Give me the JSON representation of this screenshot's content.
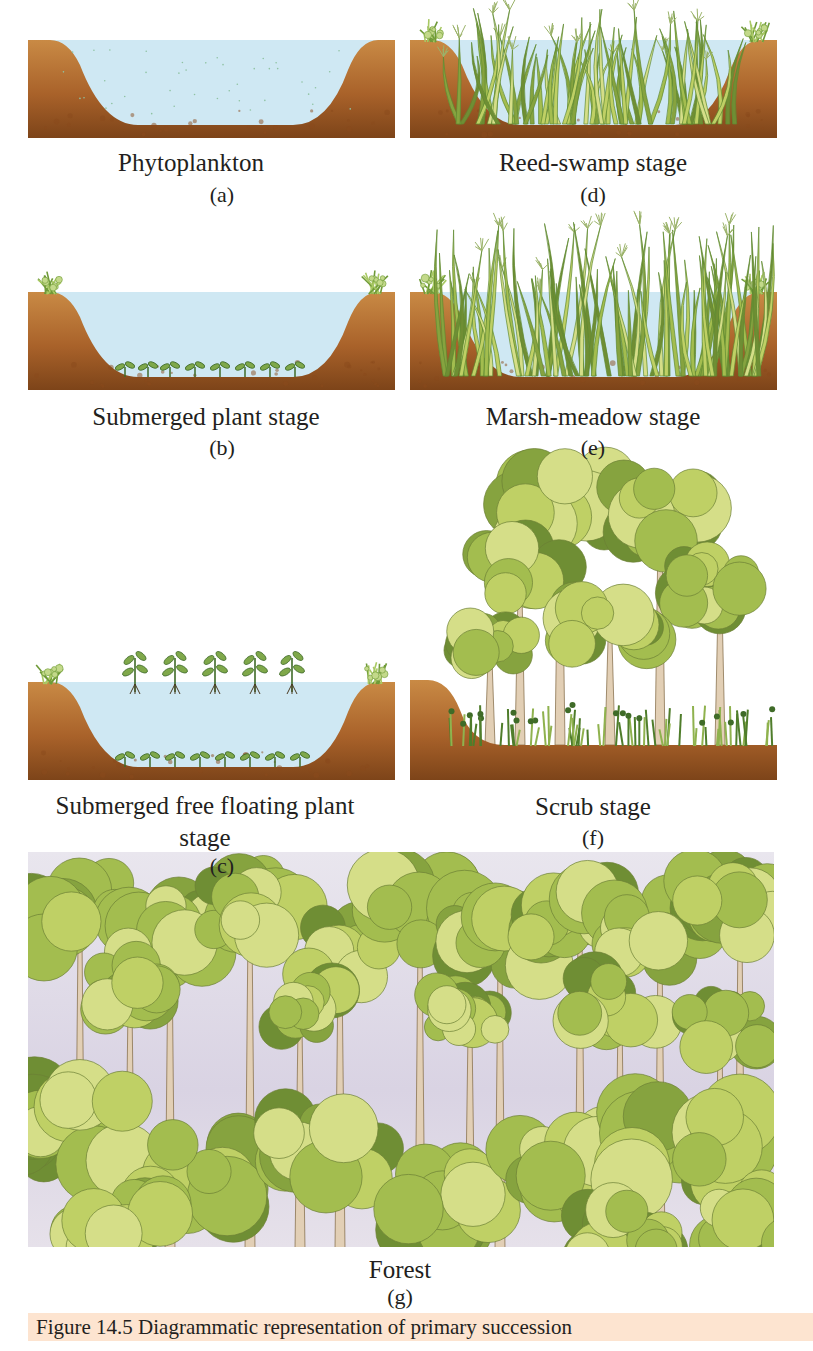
{
  "diagram": {
    "caption": "Figure 14.5 Diagrammatic representation of primary succession",
    "labels": [
      "Phytoplankton",
      "(a)",
      "Reed-swamp stage",
      "(d)",
      "Submerged plant stage",
      "(b)",
      "Marsh-meadow stage",
      "(e)",
      "Submerged free floating plant stage",
      "(c)",
      "Scrub stage",
      "(f)",
      "Forest",
      "(g)"
    ]
  }
}
